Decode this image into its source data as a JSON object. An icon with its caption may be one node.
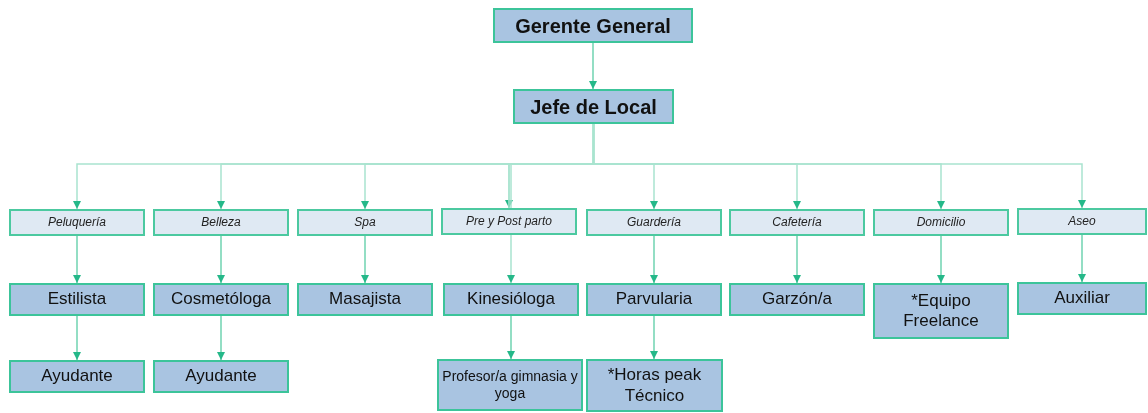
{
  "diagram": {
    "nodes": [
      {
        "text": [
          "Gerente General"
        ]
      },
      {
        "text": [
          "Jefe de Local"
        ]
      },
      {
        "text": [
          "Peluquería"
        ]
      },
      {
        "text": [
          "Belleza"
        ]
      },
      {
        "text": [
          "Spa"
        ]
      },
      {
        "text": [
          "Pre y Post parto"
        ]
      },
      {
        "text": [
          "Guardería"
        ]
      },
      {
        "text": [
          "Cafetería"
        ]
      },
      {
        "text": [
          "Domicilio"
        ]
      },
      {
        "text": [
          "Aseo"
        ]
      },
      {
        "text": [
          "Estilista"
        ]
      },
      {
        "text": [
          "Cosmetóloga"
        ]
      },
      {
        "text": [
          "Masajista"
        ]
      },
      {
        "text": [
          "Kinesióloga"
        ]
      },
      {
        "text": [
          "Parvularia"
        ]
      },
      {
        "text": [
          "Garzón/a"
        ]
      },
      {
        "text": [
          "*Equipo Freelance"
        ]
      },
      {
        "text": [
          "Auxiliar"
        ]
      },
      {
        "text": [
          "Ayudante"
        ]
      },
      {
        "text": [
          "Ayudante"
        ]
      },
      {
        "text": [
          "Profesor/a gimnasia y yoga"
        ]
      },
      {
        "text": [
          "*Horas peak Técnico"
        ]
      }
    ],
    "edges": [
      {
        "from": 0,
        "to": 1,
        "arrow": "to"
      },
      {
        "from": 1,
        "to": 2,
        "arrow": "to"
      },
      {
        "from": 1,
        "to": 3,
        "arrow": "to"
      },
      {
        "from": 1,
        "to": 4,
        "arrow": "to"
      },
      {
        "from": 1,
        "to": 5,
        "arrow": "to"
      },
      {
        "from": 1,
        "to": 6,
        "arrow": "to"
      },
      {
        "from": 1,
        "to": 7,
        "arrow": "to"
      },
      {
        "from": 1,
        "to": 8,
        "arrow": "to"
      },
      {
        "from": 1,
        "to": 9,
        "arrow": "to"
      },
      {
        "from": 2,
        "to": 10,
        "arrow": "to"
      },
      {
        "from": 3,
        "to": 11,
        "arrow": "to"
      },
      {
        "from": 4,
        "to": 12,
        "arrow": "to"
      },
      {
        "from": 5,
        "to": 13,
        "arrow": "to"
      },
      {
        "from": 6,
        "to": 14,
        "arrow": "to"
      },
      {
        "from": 7,
        "to": 15,
        "arrow": "to"
      },
      {
        "from": 8,
        "to": 16,
        "arrow": "to"
      },
      {
        "from": 9,
        "to": 17,
        "arrow": "to"
      },
      {
        "from": 10,
        "to": 18,
        "arrow": "to"
      },
      {
        "from": 11,
        "to": 19,
        "arrow": "to"
      },
      {
        "from": 13,
        "to": 20,
        "arrow": "to"
      },
      {
        "from": 14,
        "to": 21,
        "arrow": "to"
      }
    ]
  }
}
